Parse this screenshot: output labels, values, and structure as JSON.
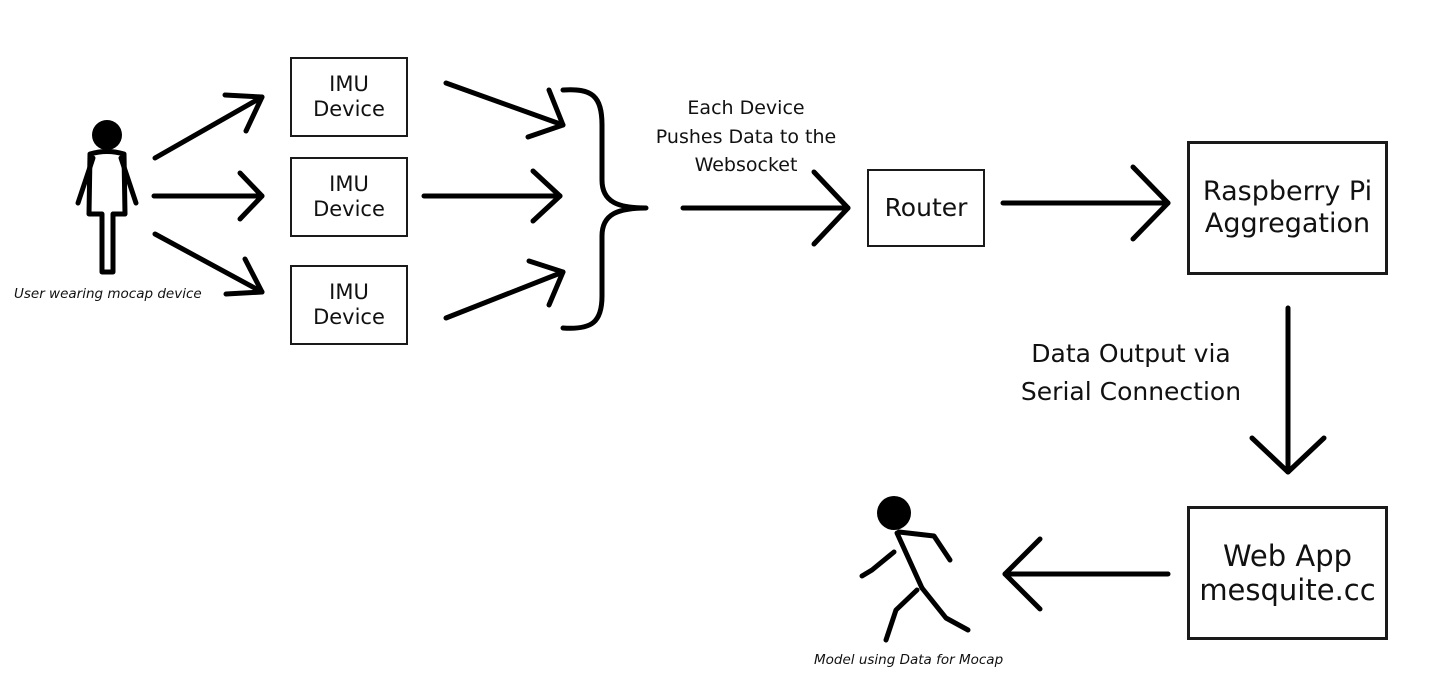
{
  "diagram": {
    "imu_devices": [
      {
        "line1": "IMU",
        "line2": "Device"
      },
      {
        "line1": "IMU",
        "line2": "Device"
      },
      {
        "line1": "IMU",
        "line2": "Device"
      }
    ],
    "router_label": "Router",
    "pi_line1": "Raspberry Pi",
    "pi_line2": "Aggregation",
    "webapp_line1": "Web App",
    "webapp_line2": "mesquite.cc",
    "push_label_lines": [
      "Each Device",
      "Pushes Data to the",
      "Websocket"
    ],
    "serial_label_lines": [
      "Data Output via",
      "Serial Connection"
    ],
    "user_caption": "User wearing mocap device",
    "model_caption": "Model using Data for Mocap",
    "icons": {
      "user": "standing-person-icon",
      "model": "running-person-icon"
    },
    "colors": {
      "stroke": "#000000",
      "box_border": "#1a1a1a",
      "background": "#ffffff"
    }
  }
}
